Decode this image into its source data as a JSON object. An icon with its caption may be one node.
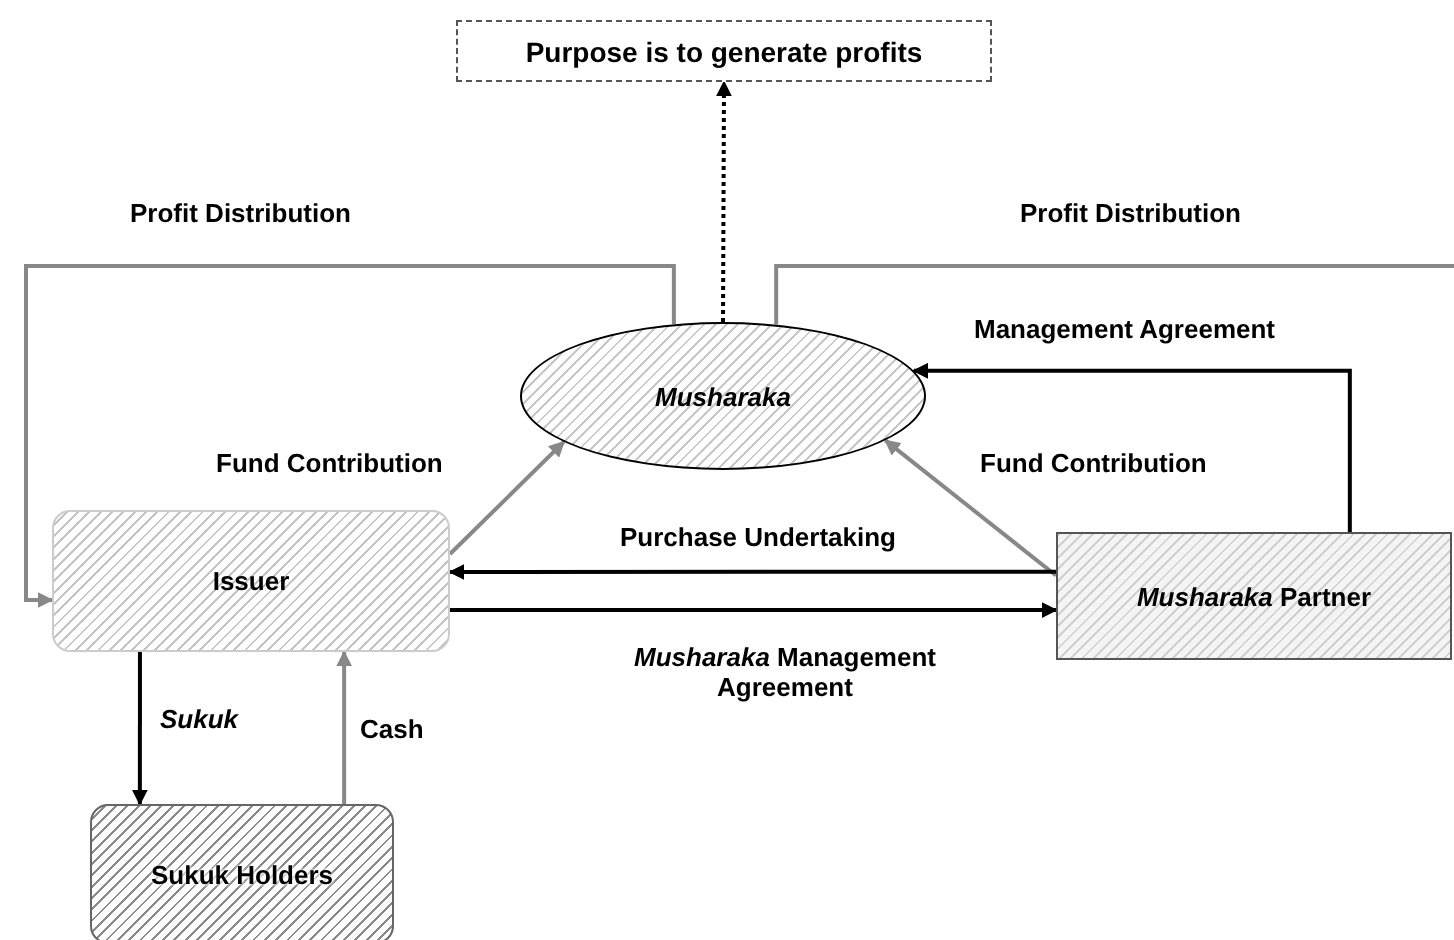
{
  "diagram": {
    "nodes": [
      {
        "text": [
          "Purpose is to generate profits"
        ]
      },
      {
        "text": [
          "Musharaka"
        ]
      },
      {
        "text": [
          "Issuer"
        ]
      },
      {
        "text": [
          "*Musharaka* Partner"
        ]
      },
      {
        "text": [
          "Sukuk Holders"
        ]
      }
    ],
    "edges": [
      {
        "from": 1,
        "to": 0,
        "arrow": "to",
        "style": "dashed"
      },
      {
        "from": 1,
        "to": 2,
        "arrow": "to",
        "label": "Profit Distribution",
        "color": "#888888"
      },
      {
        "from": 1,
        "to": null,
        "arrow": "none",
        "label": "Profit Distribution",
        "color": "#888888"
      },
      {
        "from": 3,
        "to": 1,
        "arrow": "to",
        "label": "Management Agreement"
      },
      {
        "from": 2,
        "to": 1,
        "arrow": "to",
        "label": "Fund Contribution",
        "color": "#888888"
      },
      {
        "from": 3,
        "to": 1,
        "arrow": "to",
        "label": "Fund Contribution",
        "color": "#888888"
      },
      {
        "from": 3,
        "to": 2,
        "arrow": "to",
        "label": "Purchase Undertaking"
      },
      {
        "from": 2,
        "to": 3,
        "arrow": "to",
        "label": "*Musharaka* Management Agreement"
      },
      {
        "from": 2,
        "to": 4,
        "arrow": "to",
        "label": "Sukuk"
      },
      {
        "from": 4,
        "to": 2,
        "arrow": "to",
        "label": "Cash",
        "color": "#888888"
      }
    ]
  }
}
